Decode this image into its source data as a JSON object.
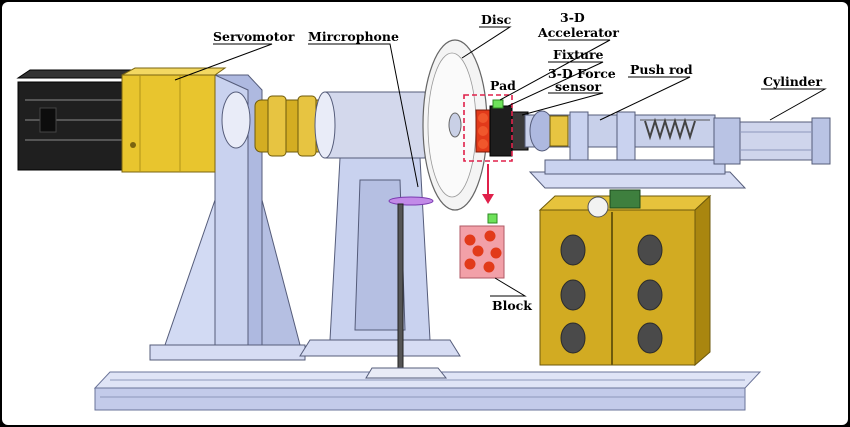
{
  "labels": {
    "servomotor": "Servomotor",
    "microphone": "Mircrophone",
    "disc": "Disc",
    "accel_line1": "3-D",
    "accel_line2": "Accelerator",
    "fixture": "Fixture",
    "pad": "Pad",
    "force_line1": "3-D Force",
    "force_line2": "sensor",
    "push_rod": "Push rod",
    "cylinder": "Cylinder",
    "block": "Block"
  },
  "colors": {
    "frame": "#c9d2ef",
    "frame_dark": "#8f9bc9",
    "base": "#d6dcf3",
    "motor_body": "#1a1a1a",
    "motor_yellow": "#e8c52e",
    "gold": "#caa21a",
    "disc": "#f2f2f2",
    "shaft": "#d9dde8",
    "highlight_box": "#e0204a",
    "pad_red": "#e23a1a",
    "block_pink": "#f2a0a8",
    "accel_green": "#6ee25a",
    "mic_purple": "#b070e0"
  }
}
